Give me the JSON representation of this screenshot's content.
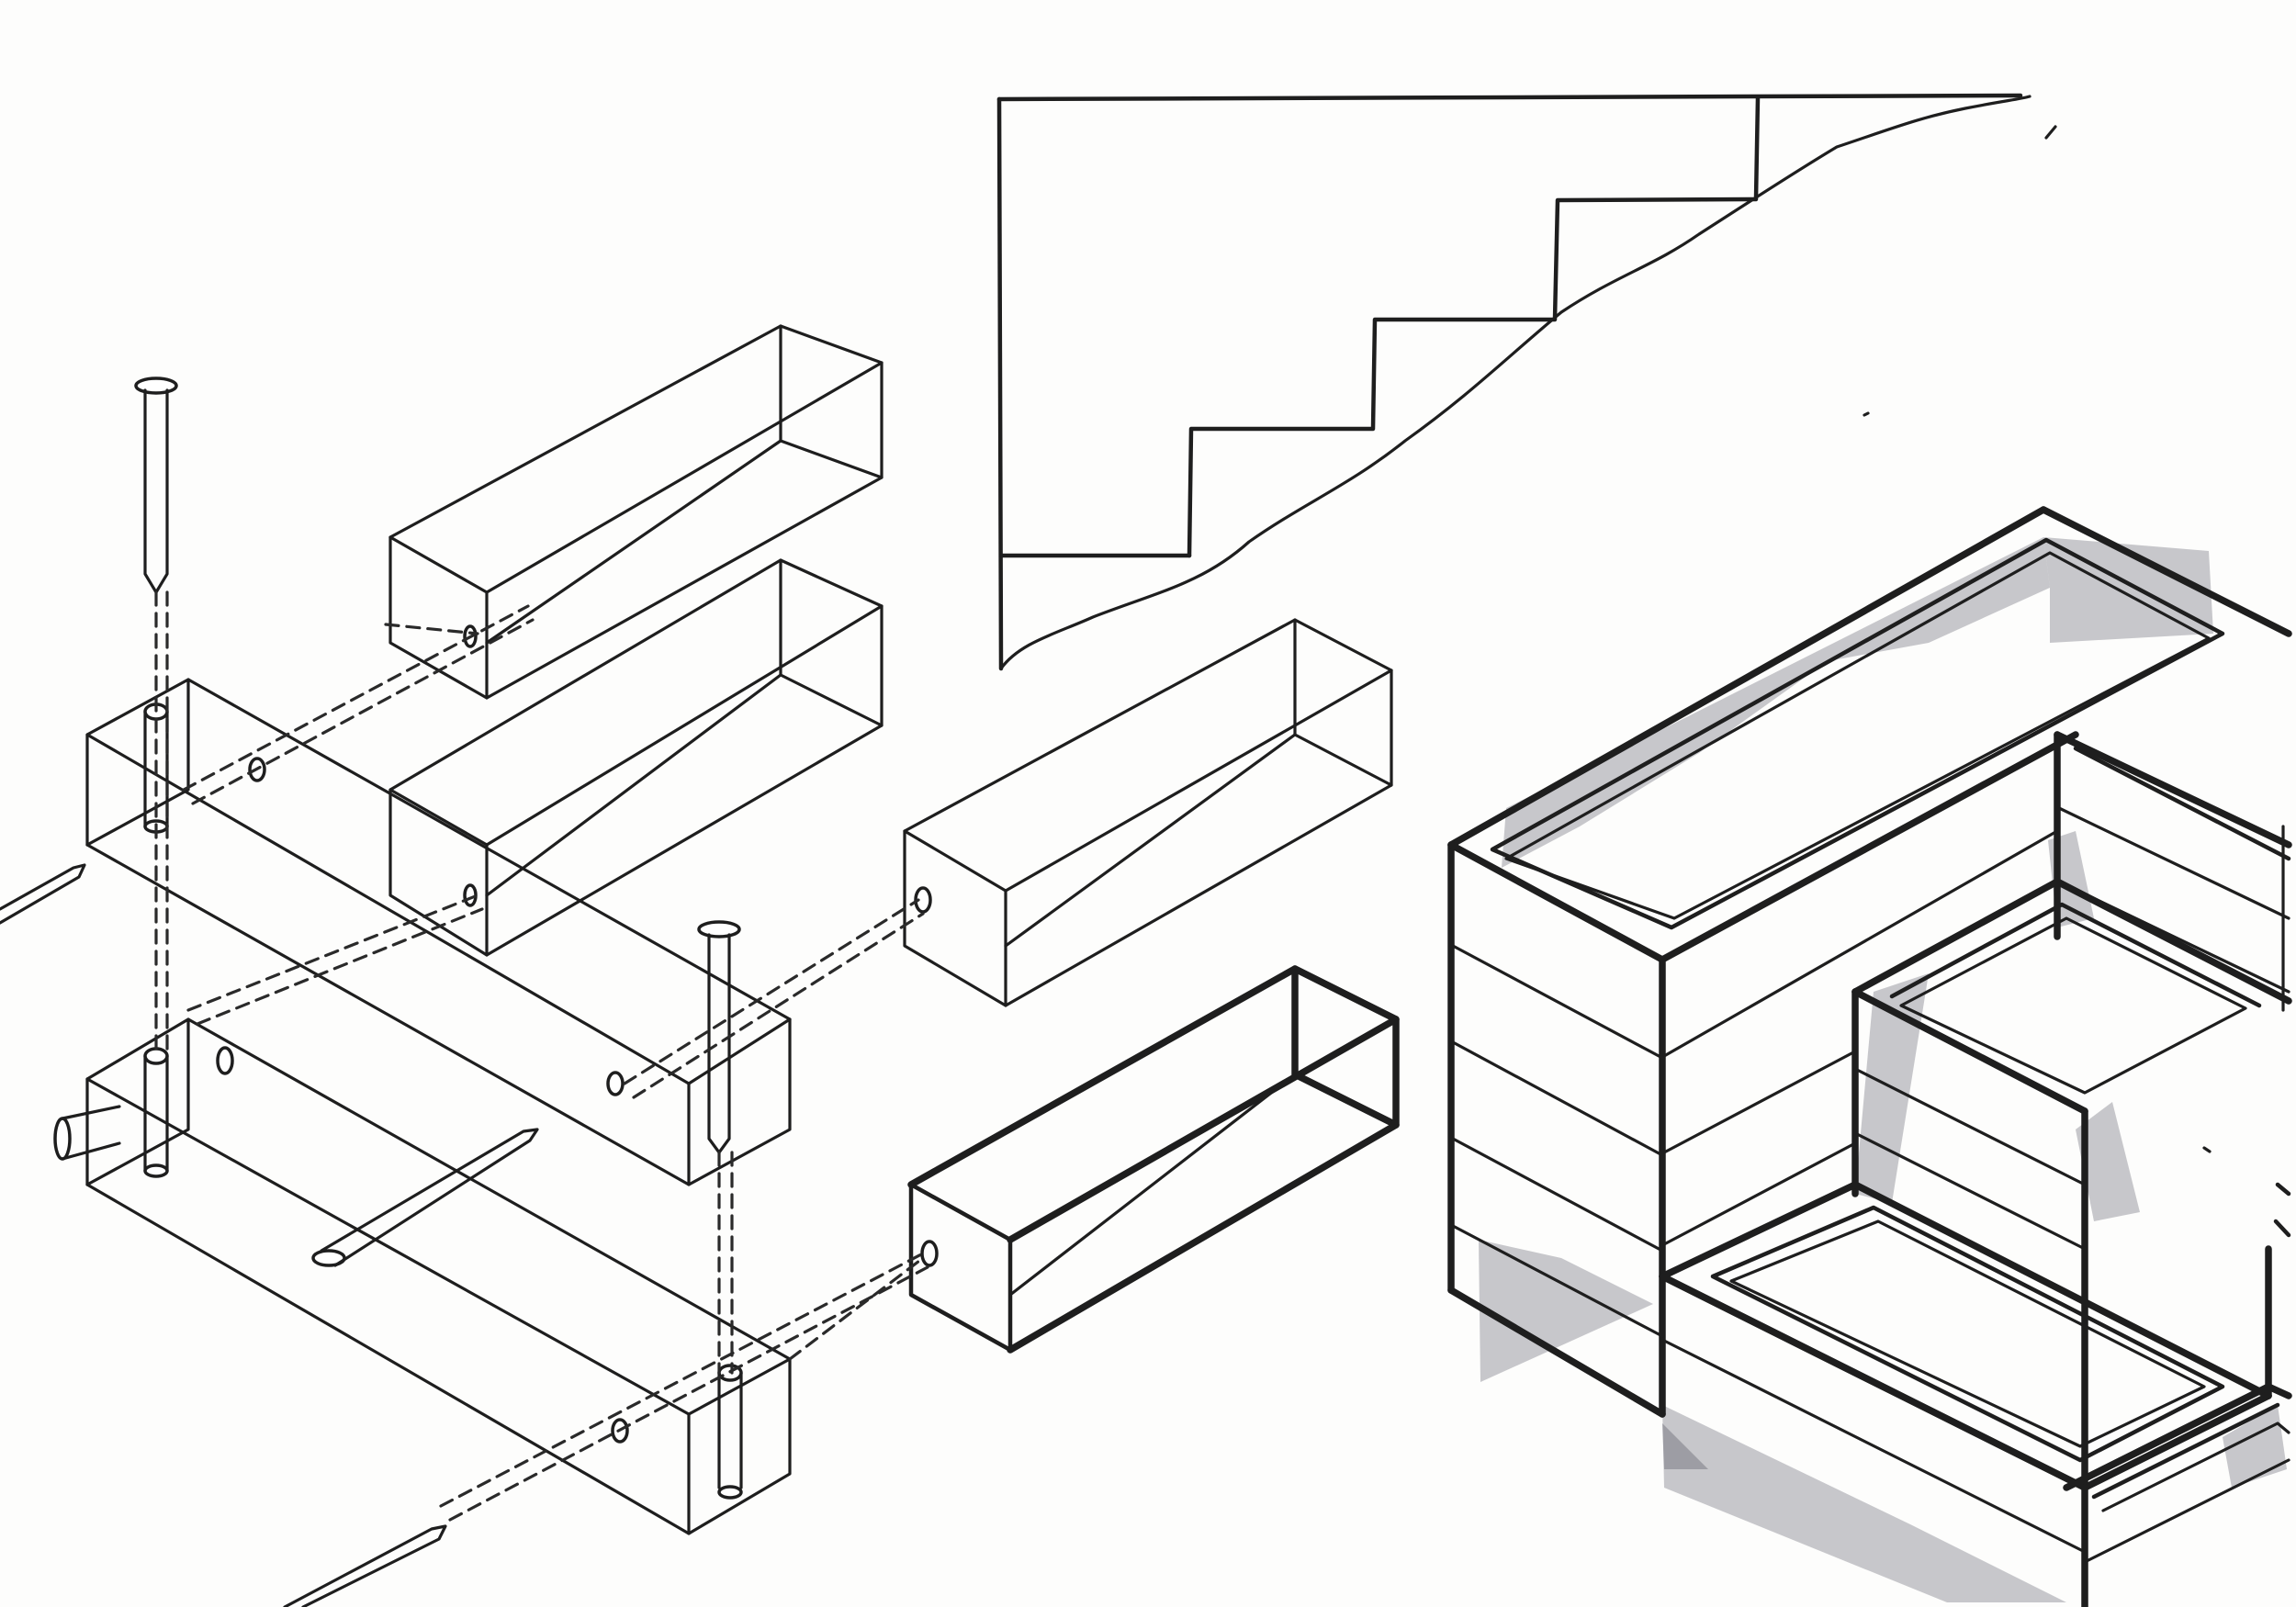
{
  "sketch": {
    "components": [
      {
        "name": "exploded-joinery-assembly",
        "parts": [
          "beam",
          "dowel",
          "pin"
        ]
      },
      {
        "name": "stair-profile-section"
      },
      {
        "name": "stepped-planter-isometric"
      }
    ],
    "colors": {
      "ink": "#1e1e1e",
      "marker_shade": "#9a9ba3",
      "paper": "#fdfdfc"
    }
  }
}
